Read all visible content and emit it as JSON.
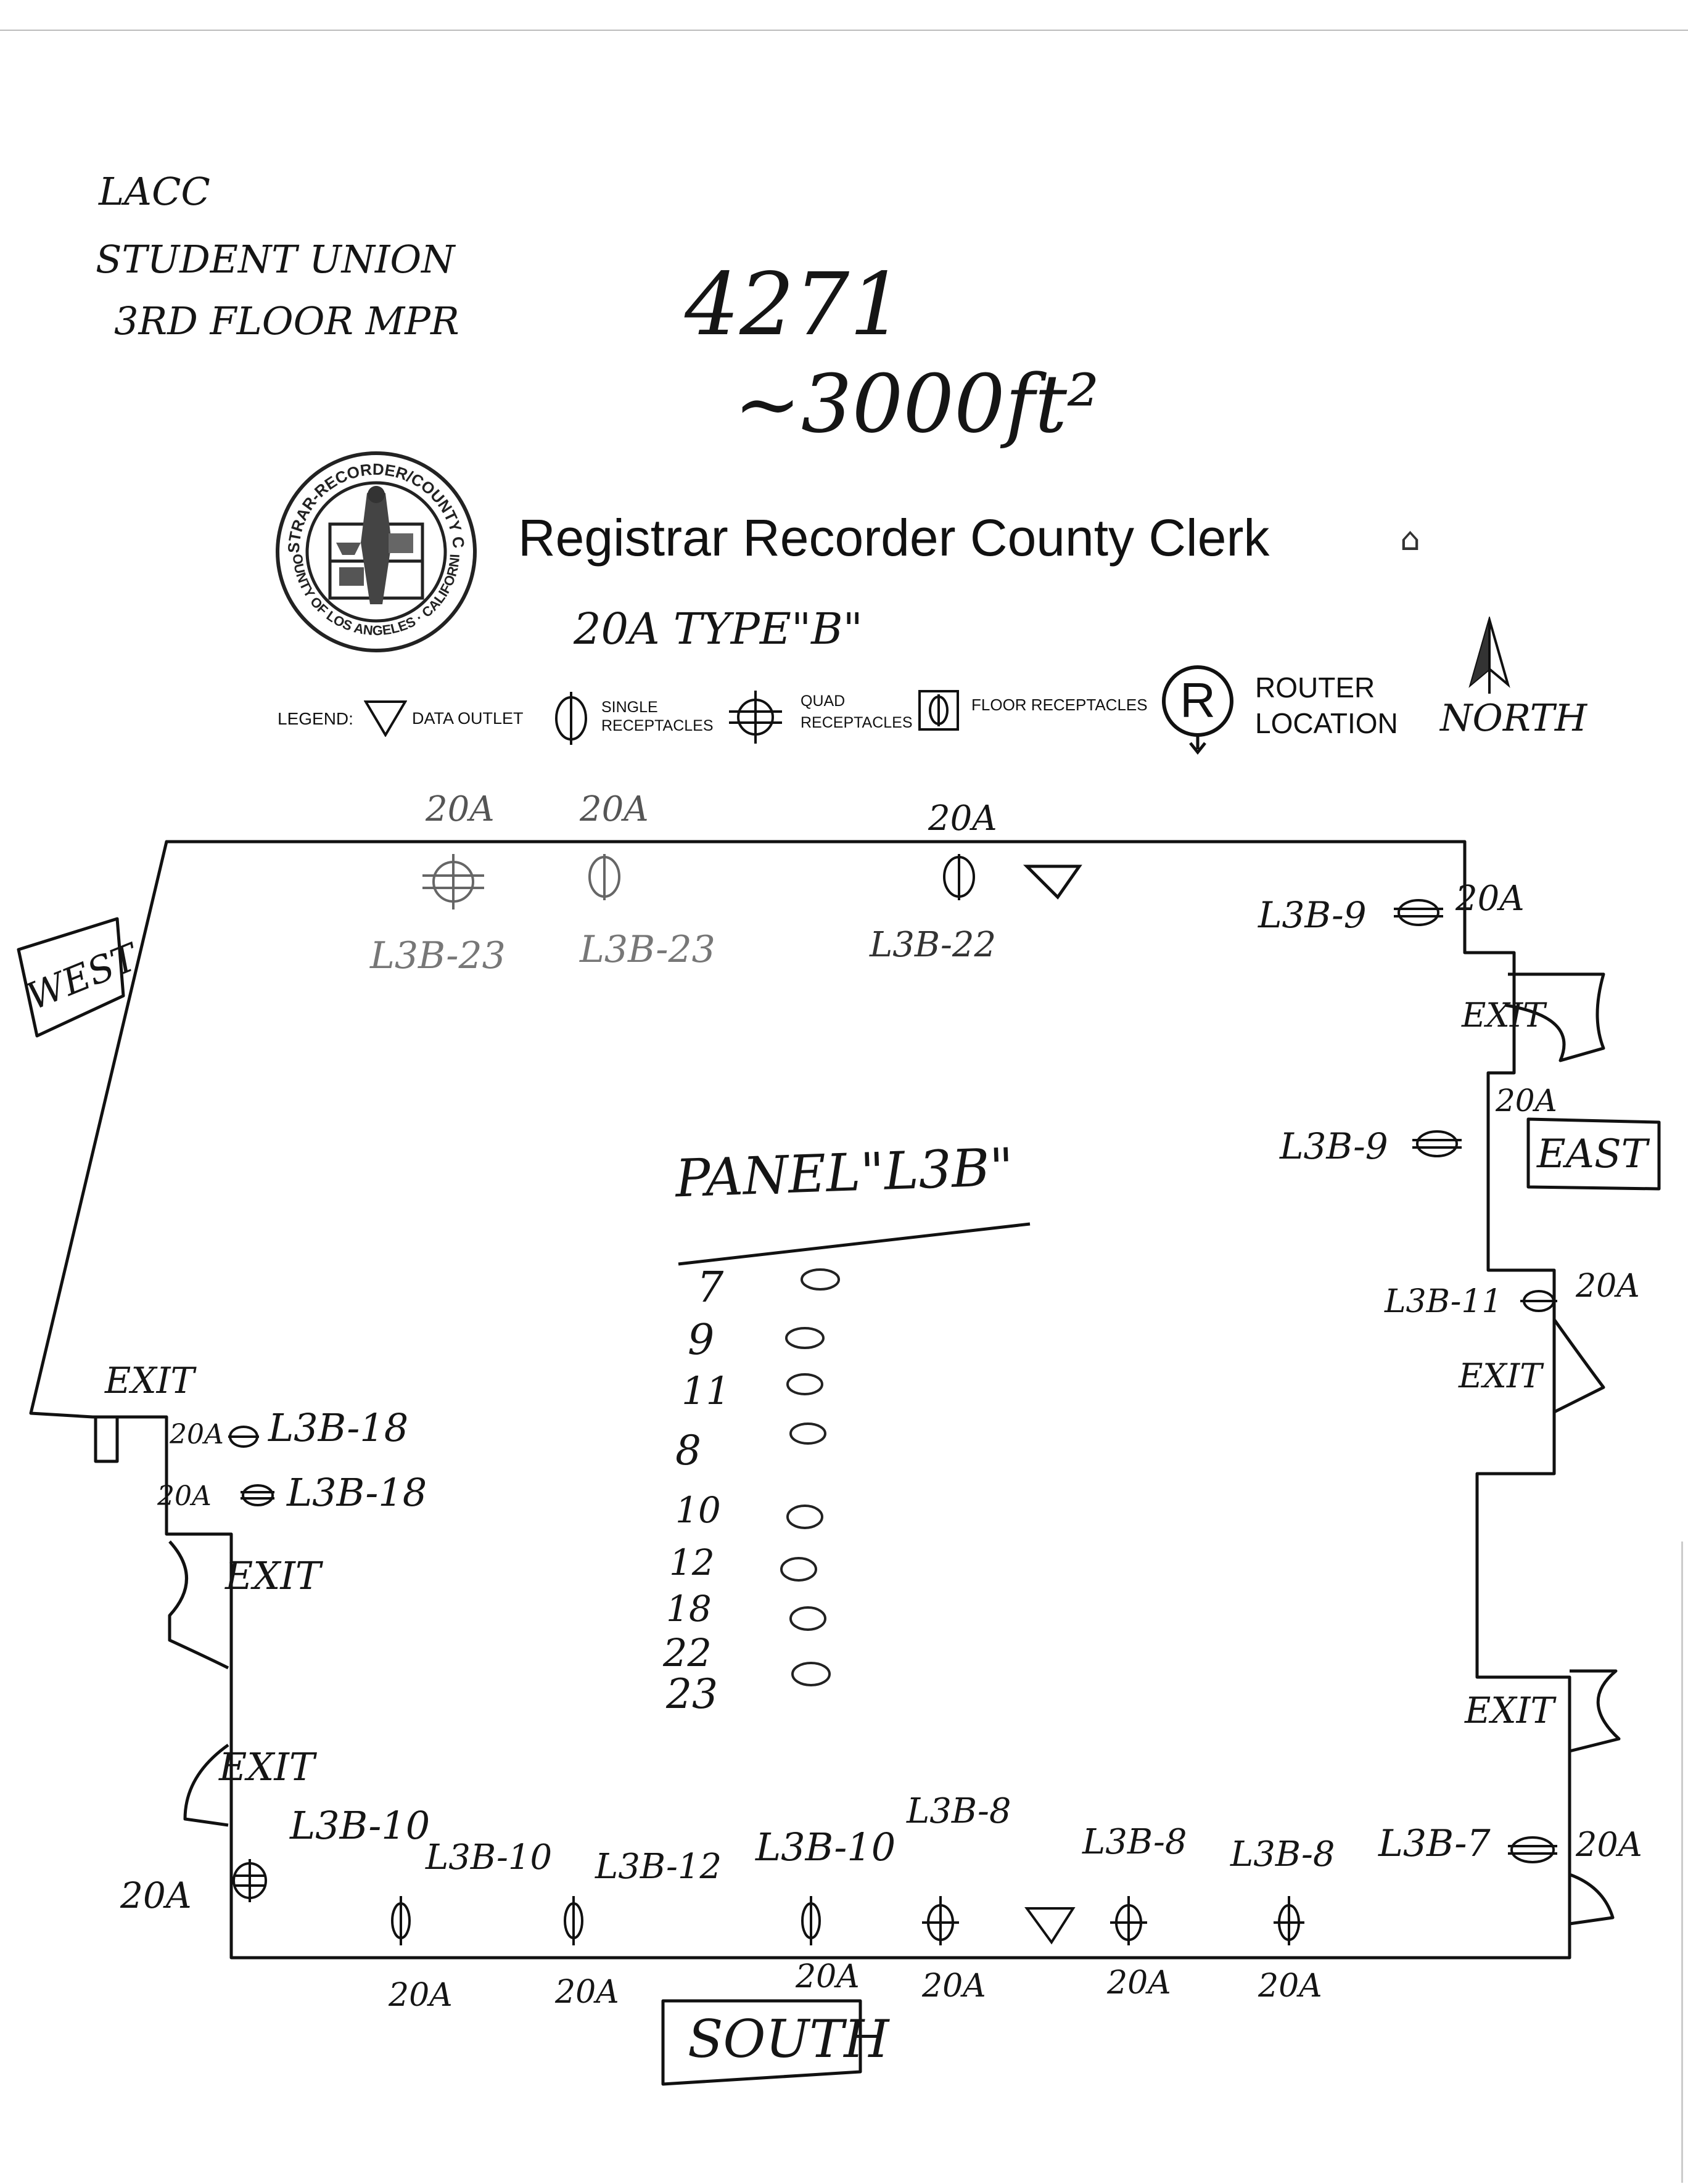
{
  "notes": {
    "site_line1": "LACC",
    "site_line2": "STUDENT UNION",
    "site_line3": "3RD FLOOR MPR",
    "number": "4271",
    "area": "~3000ft²"
  },
  "header": {
    "title": "Registrar Recorder County Clerk",
    "circuit_type": "20A TYPE\"B\"",
    "seal_ring_top": "REGISTRAR-RECORDER/COUNTY CLERK",
    "seal_ring_bottom": "COUNTY OF LOS ANGELES · CALIFORNIA"
  },
  "legend": {
    "label": "LEGEND:",
    "data_outlet": "DATA OUTLET",
    "single_line1": "SINGLE",
    "single_line2": "RECEPTACLES",
    "quad_line1": "QUAD",
    "quad_line2": "RECEPTACLES",
    "floor": "FLOOR RECEPTACLES",
    "router_line1": "ROUTER",
    "router_line2": "LOCATION",
    "router_letter": "R",
    "north": "NORTH"
  },
  "directions": {
    "west": "WEST",
    "east": "EAST",
    "south": "SOUTH"
  },
  "panel": {
    "title": "PANEL\"L3B\"",
    "circuits": [
      "7",
      "9",
      "11",
      "8",
      "10",
      "12",
      "18",
      "22",
      "23"
    ]
  },
  "top_wall": {
    "amps": [
      "20A",
      "20A",
      "20A"
    ],
    "circuits": [
      "L3B-23",
      "L3B-23",
      "L3B-22"
    ]
  },
  "east_wall": {
    "c1": "L3B-9",
    "a1": "20A",
    "exit1": "EXIT",
    "c2": "L3B-9",
    "a2": "20A",
    "c3": "L3B-11",
    "a3": "20A",
    "exit2": "EXIT",
    "exit3": "EXIT",
    "c4": "L3B-7",
    "a4": "20A"
  },
  "west_wall": {
    "exit1": "EXIT",
    "a1": "20A",
    "c1": "L3B-18",
    "a2": "20A",
    "c2": "L3B-18",
    "exit2": "EXIT",
    "exit3": "EXIT",
    "a3": "20A",
    "c3": "L3B-10"
  },
  "bottom_wall": {
    "circuits": [
      "L3B-10",
      "L3B-12",
      "L3B-10",
      "L3B-8",
      "L3B-8",
      "L3B-8"
    ],
    "amps": [
      "20A",
      "20A",
      "20A",
      "20A",
      "20A",
      "20A"
    ]
  }
}
